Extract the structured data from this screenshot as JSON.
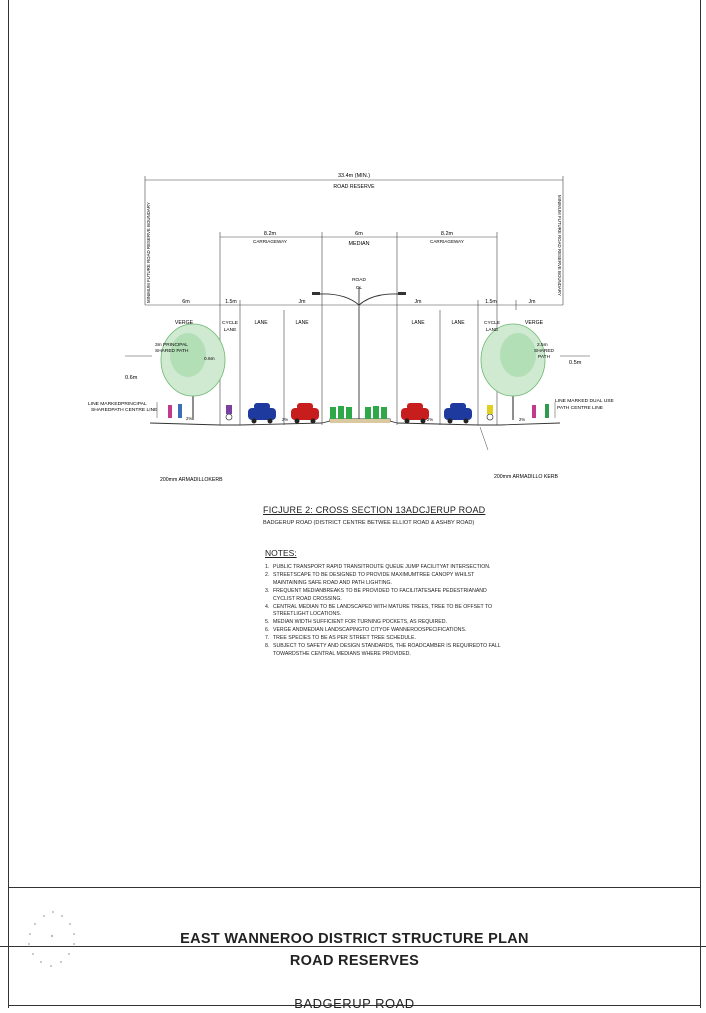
{
  "diagram": {
    "overall_width": "33.4m (MIN.)",
    "road_reserve": "ROAD RESERVE",
    "carriageway_width": "8.2m",
    "carriageway_label": "CARRIAGEWAY",
    "median_width": "6m",
    "median_label": "MEDIAN",
    "road_cl": "ROAD",
    "cl": "CL",
    "verge_width": "6m",
    "cycle_width": "1.5m",
    "lane_width": "Jm",
    "verge_right_width": "Jm",
    "verge": "VERGE",
    "cycle": "CYCLE",
    "lane_word": "LANE",
    "lane": "LANE",
    "left_boundary": "MINIMUM FUTURE ROAD RESERVE BOUNDARY",
    "right_boundary": "MINIMUM FUTURE ROAD RESERVE BOUNDARY",
    "left_path_note1": "3m PRINCIPAL",
    "left_path_note2": "SHARED PATH",
    "left_offset": "0.6m",
    "left_width2": "0.6m",
    "left_line_note1": "LINE MARKEDPRINCIPAL",
    "left_line_note2": "SHAREDPATH CENTRE LINE",
    "right_path_note1": "2.5m",
    "right_path_note2": "SHARED",
    "right_path_note3": "PATH",
    "right_offset": "0.5m",
    "right_line_note1": "LINE MARKED DUAL USE",
    "right_line_note2": "PATH CENTRE LINE",
    "fall_pct": "2%",
    "kerb_left": "200mm  ARMADILLOKERB",
    "kerb_right": "200mm  ARMADILLO KERB",
    "car_colors": [
      "#1f3a9e",
      "#c81d1d",
      "#c81d1d",
      "#1f3a9e"
    ]
  },
  "figure": {
    "title": "FICJURE  2: CROSS  SECTION 13ADCJERUP  ROAD",
    "subtitle": "BADGERUP  ROAD  (DISTRICT  CENTRE  BETWEE  ELLIOT  ROAD  &  ASHBY  ROAD)"
  },
  "notes": {
    "heading": "NOTES:",
    "items": [
      {
        "num": "1.",
        "text": "PUBLIC TRANSPORT RAPID TRANSITROUTE QUEUE JUMP FACILITYAT INTERSECTION."
      },
      {
        "num": "2.",
        "text": "STREETSCAPE TO BE DESIGNED TO PROVIDE MAXIMUMTREE CANOPY WHILST MAINTAINING SAFE ROAD AND PATH LIGHTING."
      },
      {
        "num": "3.",
        "text": "FREQUENT MEDIANBREAKS TO BE PROVIDED TO FACILITATESAFE PEDESTRIANAND CYCLIST ROAD CROSSING."
      },
      {
        "num": "4.",
        "text": "CENTRAL MEDIAN TO BE LANDSCAPED WITH MATURE TREES, TREE TO BE OFFSET TO STREETLIGHT LOCATIONS."
      },
      {
        "num": "5.",
        "text": "MEDIAN WIDTH SUFFICIENT FOR TURNING POCKETS, AS REQUIRED."
      },
      {
        "num": "6.",
        "text": "VERGE ANDMEDIAN LANDSCAPINGTO CITYOF WANNEROOSPECIFICATIONS."
      },
      {
        "num": "7.",
        "text": "TREE SPECIES TO BE AS PER STREET TREE SCHEDULE."
      },
      {
        "num": "8.",
        "text": "SUBJECT TO SAFETY AND DESIGN STANDARDS, THE ROADCAMBER IS REQUIREDTO FALL TOWARDSTHE CENTRAL MEDIANS WHERE  PROVIDED."
      }
    ]
  },
  "title_block": {
    "line1": "EAST WANNEROO DISTRICT STRUCTURE PLAN",
    "line2": "ROAD RESERVES",
    "line3": "BADGERUP ROAD"
  }
}
